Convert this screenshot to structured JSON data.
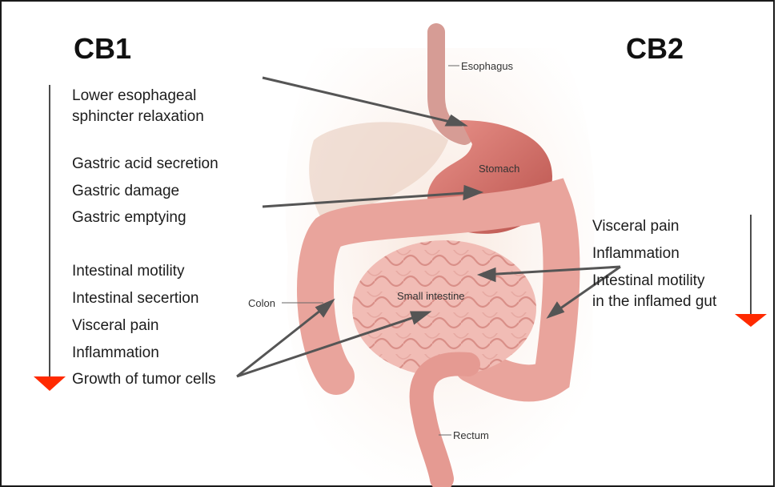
{
  "receptors": {
    "cb1": {
      "heading": "CB1",
      "effects": [
        "Lower esophageal",
        "sphincter relaxation",
        "Gastric acid secretion",
        "Gastric damage",
        "Gastric emptying",
        "Intestinal motility",
        "Intestinal secertion",
        "Visceral pain",
        "Inflammation",
        "Growth of tumor cells"
      ]
    },
    "cb2": {
      "heading": "CB2",
      "effects": [
        "Visceral pain",
        "Inflammation",
        "Intestinal motility",
        "in the inflamed gut"
      ]
    }
  },
  "organs": {
    "esophagus": "Esophagus",
    "stomach": "Stomach",
    "colon": "Colon",
    "small_intestine": "Small intestine",
    "rectum": "Rectum"
  },
  "colors": {
    "decrease_arrowhead": "#ff2a00",
    "pointer_line": "#555555",
    "gut": "#e8a39c",
    "stomach": "#d9706a",
    "body_silhouette": "#f6e3d8"
  }
}
